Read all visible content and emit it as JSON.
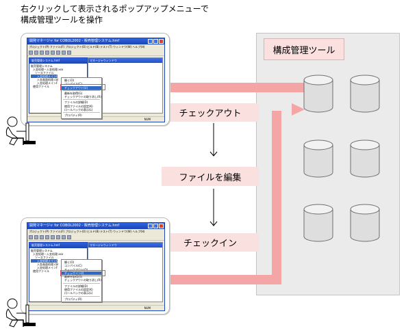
{
  "caption": [
    "右クリックして表示されるポップアップメニューで",
    "構成管理ツールを操作"
  ],
  "tool_label": "構成管理ツール",
  "steps": {
    "checkout": "チェックアウト",
    "edit": "ファイルを編集",
    "checkin": "チェックイン"
  },
  "colors": {
    "arrow": "#f4a5a5",
    "arrow_dark": "#f08888",
    "label_bg": "#fbe0e0",
    "panel": "#ebebeb"
  },
  "window": {
    "title": "開発マネージャ for COBOL2002 - 販売管理システム.hmf",
    "menu": "プロジェクト(P)  ファイル(F)  プロジェクト(O)  ビルド(B)  テスト(T)  ウィンドウ(W)  ヘルプ(H)",
    "inner_title": "販売管理システム.hmf",
    "right_title": "マネージャウィンドウ",
    "status": "NUM",
    "tree": [
      "販売管理システム",
      "入金処理－入金処理.xxx",
      "ソースファイル",
      "入金処理メインC",
      "入金画面処理.cbl",
      "入金処理メインF",
      "使用ファイル"
    ]
  },
  "menu_top": [
    "開く(O)",
    "コンパイル(C)",
    "チェックアウト(U)",
    "最新を取得(G)",
    "チェックアウトの取り消し(R)",
    "ファイルの詳細(D)",
    "使用ファイルの設定(K)",
    "ロールバックの表示(L)",
    "プロパティ(R)"
  ],
  "menu_bottom": [
    "開く(O)",
    "コンパイル(C)",
    "チェックアウト(O)",
    "チェックイン(I)",
    "最新を取得(G)",
    "チェックアウトの取り消し(R)",
    "ファイルの詳細(D)",
    "使用ファイルの設定(K)",
    "ロールバックの表示(L)",
    "プロパティ(R)"
  ]
}
